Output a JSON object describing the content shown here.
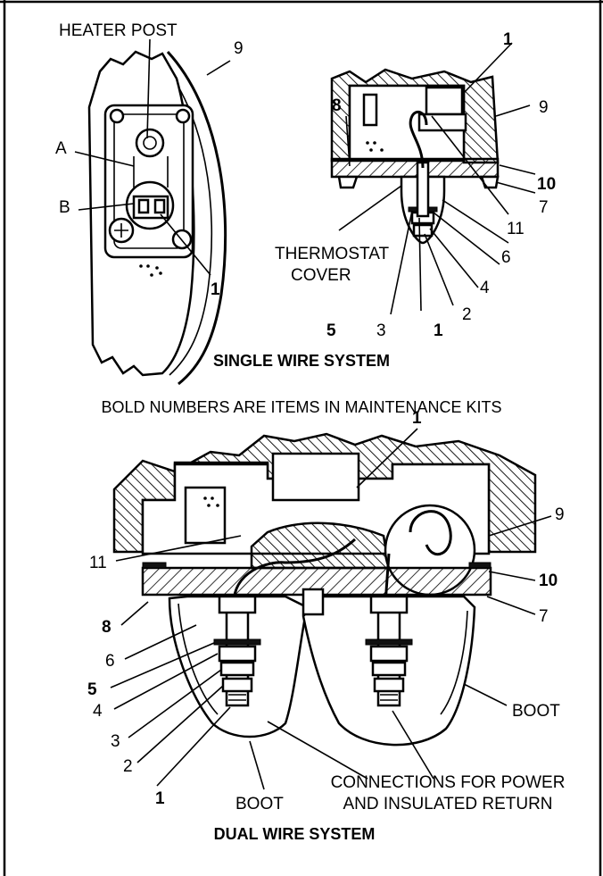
{
  "top_left": {
    "heater_post": "HEATER POST",
    "label_9": "9",
    "label_a": "A",
    "label_b": "B",
    "label_1": "1"
  },
  "top_right": {
    "label_1_top": "1",
    "label_8": "8",
    "label_9": "9",
    "label_10": "10",
    "label_7": "7",
    "label_11": "11",
    "label_6": "6",
    "label_4": "4",
    "label_2": "2",
    "label_1_bottom": "1",
    "label_3": "3",
    "label_5": "5",
    "thermostat_line1": "THERMOSTAT",
    "thermostat_line2": "COVER"
  },
  "captions": {
    "single": "SINGLE WIRE SYSTEM",
    "note": "BOLD NUMBERS ARE ITEMS IN MAINTENANCE KITS",
    "dual": "DUAL WIRE SYSTEM"
  },
  "bottom": {
    "label_1_top": "1",
    "label_9": "9",
    "label_11": "11",
    "label_10": "10",
    "label_8": "8",
    "label_7": "7",
    "label_6": "6",
    "label_5": "5",
    "label_4": "4",
    "label_3": "3",
    "label_2": "2",
    "label_1_bottom": "1",
    "boot_right": "BOOT",
    "boot_bottom": "BOOT",
    "connections_line1": "CONNECTIONS FOR POWER",
    "connections_line2": "AND INSULATED RETURN"
  }
}
